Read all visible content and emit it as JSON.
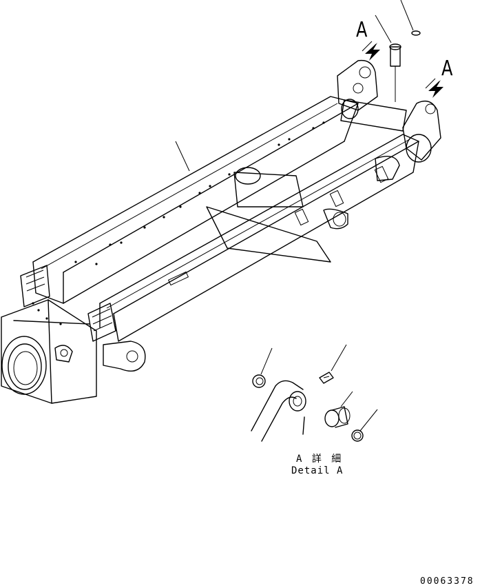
{
  "callouts": {
    "top_left_label": "A",
    "top_right_label": "A"
  },
  "detail_view": {
    "title_jp": "A 詳 細",
    "title_en": "Detail A"
  },
  "drawing_code": "00063378",
  "colors": {
    "line": "#000000",
    "background": "#ffffff"
  },
  "icons": {
    "view_arrows": "view-direction-arrow-icon"
  }
}
